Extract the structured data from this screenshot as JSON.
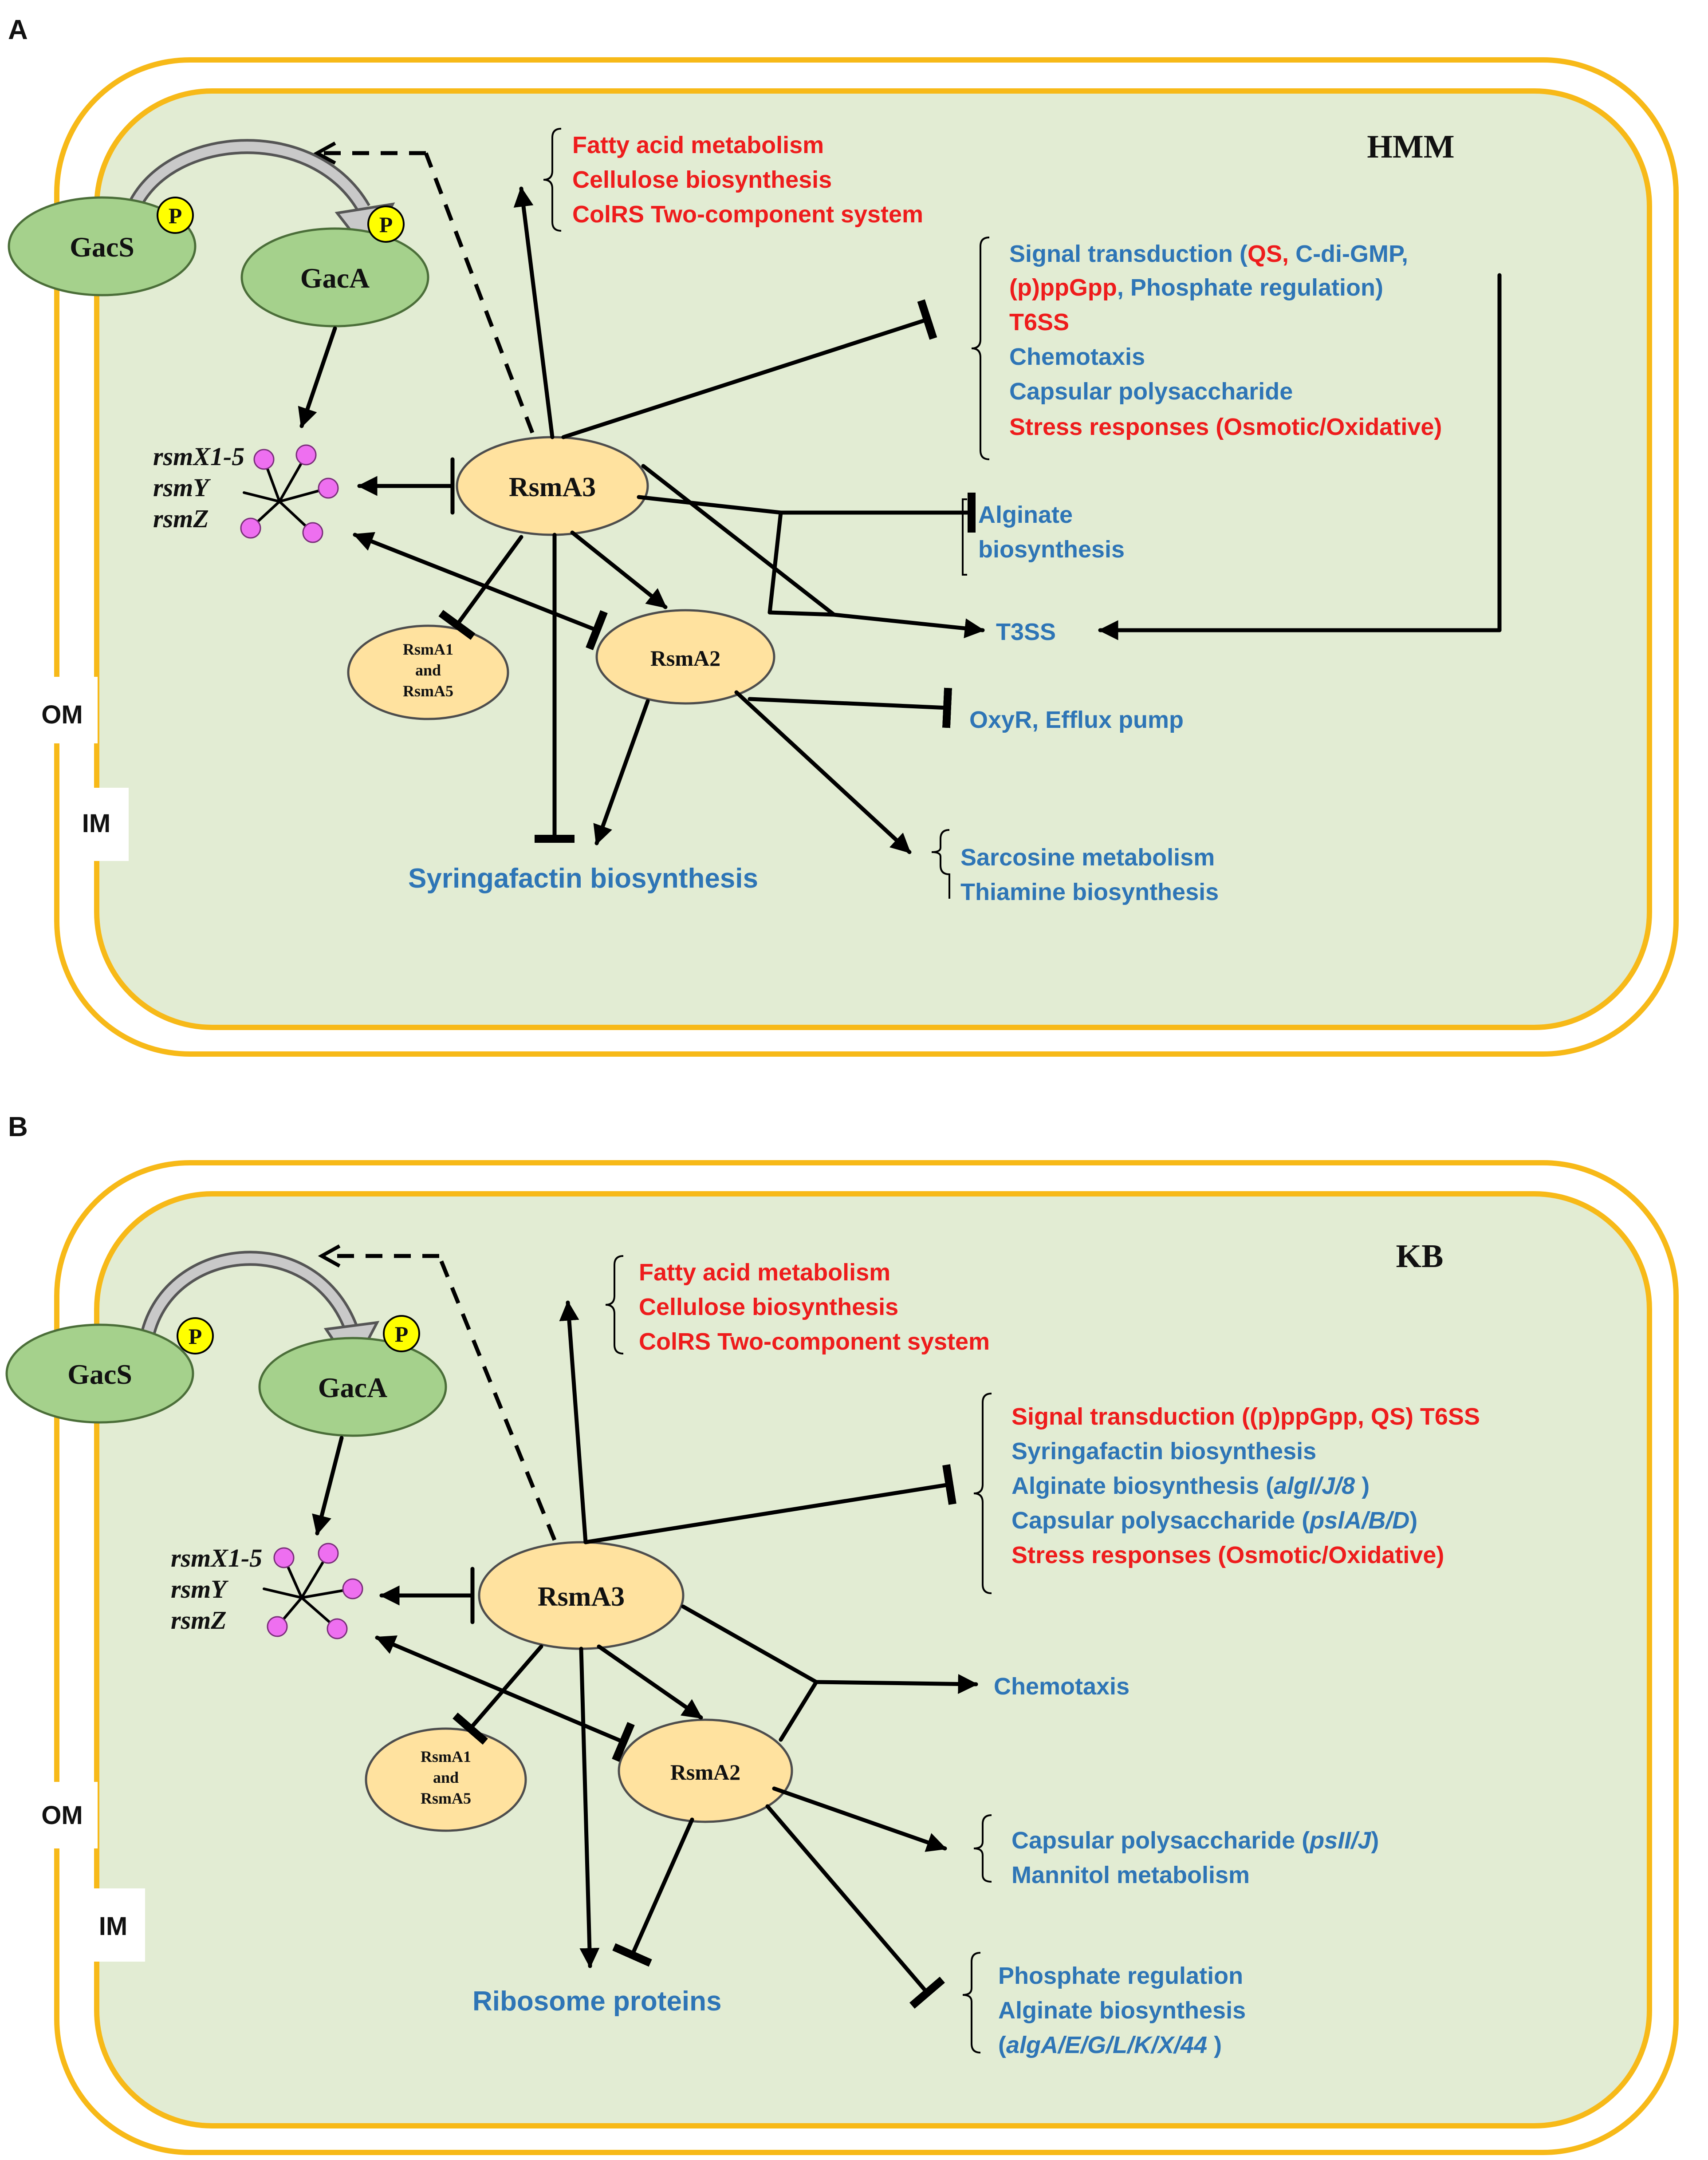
{
  "colors": {
    "membrane": "#f7b918",
    "cytoplasm": "#e2ecd3",
    "gac_node": "#a5d18c",
    "rsm_node": "#ffe29f",
    "phospho": "#ffff00",
    "srna": "#ee6ff0",
    "label_red": "#ee1c1c",
    "label_blue": "#2e75b6"
  },
  "panels": [
    {
      "id": "A",
      "letter": "A",
      "condition": "HMM",
      "om": "OM",
      "im": "IM",
      "nodes": {
        "gacs": "GacS",
        "gaca": "GacA",
        "p_gacs": "P",
        "p_gaca": "P",
        "rsma3": "RsmA3",
        "rsma2": "RsmA2",
        "rsma1_l1": "RsmA1",
        "rsma1_l2": "and",
        "rsma1_l3": "RsmA5"
      },
      "srnas": [
        "rsmX1-5",
        "rsmY",
        "rsmZ"
      ],
      "top_group": [
        "Fatty acid metabolism",
        "Cellulose biosynthesis",
        "ColRS Two-component system"
      ],
      "repress_group": {
        "line1": {
          "a": "Signal transduction (",
          "b": "QS,",
          "c": " C-di-GMP,"
        },
        "line2": {
          "a": "(p)ppGpp",
          "b": ",  Phosphate regulation)"
        },
        "line3": "T6SS",
        "line4": "Chemotaxis",
        "line5": "Capsular polysaccharide",
        "line6": "Stress responses (Osmotic/Oxidative)"
      },
      "alginate": [
        "Alginate",
        "biosynthesis"
      ],
      "t3ss": "T3SS",
      "oxyr": "OxyR, Efflux pump",
      "syringafactin": "Syringafactin biosynthesis",
      "sarcosine_group": [
        "Sarcosine metabolism",
        "Thiamine biosynthesis"
      ]
    },
    {
      "id": "B",
      "letter": "B",
      "condition": "KB",
      "om": "OM",
      "im": "IM",
      "nodes": {
        "gacs": "GacS",
        "gaca": "GacA",
        "p_gacs": "P",
        "p_gaca": "P",
        "rsma3": "RsmA3",
        "rsma2": "RsmA2",
        "rsma1_l1": "RsmA1",
        "rsma1_l2": "and",
        "rsma1_l3": "RsmA5"
      },
      "srnas": [
        "rsmX1-5",
        "rsmY",
        "rsmZ"
      ],
      "top_group": [
        "Fatty acid metabolism",
        "Cellulose biosynthesis",
        "ColRS Two-component system"
      ],
      "repress_group": {
        "line1": "Signal transduction ((p)ppGpp,  QS) T6SS",
        "line2": "Syringafactin biosynthesis",
        "line3": {
          "a": "Alginate biosynthesis (",
          "b": "algI/J/8",
          "c": " )"
        },
        "line4": {
          "a": "Capsular polysaccharide (",
          "b": "pslA/B/D",
          "c": ")"
        },
        "line5": "Stress responses (Osmotic/Oxidative)"
      },
      "chemotaxis": "Chemotaxis",
      "capsular_group": {
        "line1": {
          "a": "Capsular polysaccharide (",
          "b": "psII/J",
          "c": ")"
        },
        "line2": "Mannitol metabolism"
      },
      "ribosome": "Ribosome proteins",
      "phosphate_group": {
        "line1": "Phosphate regulation",
        "line2": "Alginate biosynthesis",
        "line3": {
          "a": "(",
          "b": "algA/E/G/L/K/X/44",
          "c": " )"
        }
      }
    }
  ]
}
